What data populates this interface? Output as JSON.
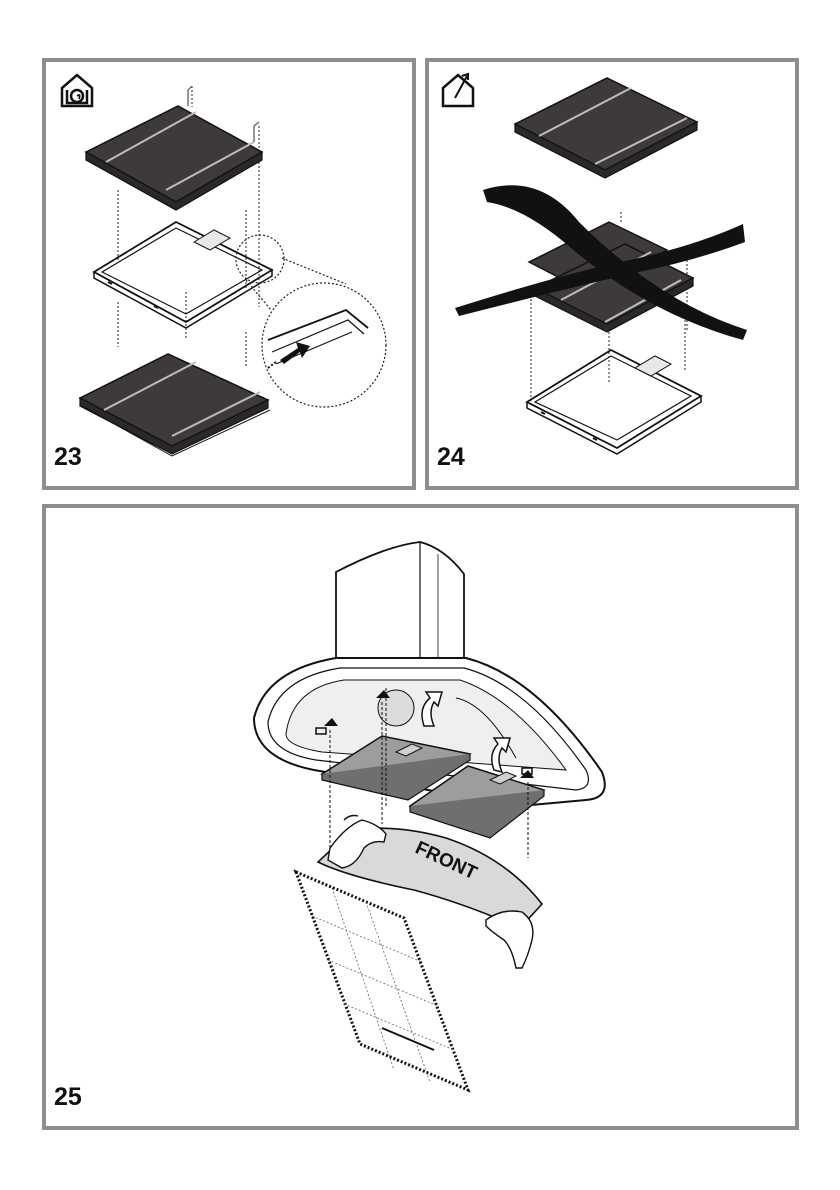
{
  "panels": [
    {
      "id": "23",
      "label": "23",
      "mode_icon": "recirculation-house-icon"
    },
    {
      "id": "24",
      "label": "24",
      "mode_icon": "extraction-house-icon"
    },
    {
      "id": "25",
      "label": "25",
      "mode_icon": ""
    }
  ],
  "filter_label": "FRONT",
  "colors": {
    "border": "#8e8e8e",
    "charcoal_filter": "#3d3a39",
    "grease_filter": "#9d9d9d",
    "panel_fill": "#d9d9d9",
    "line": "#111111"
  }
}
